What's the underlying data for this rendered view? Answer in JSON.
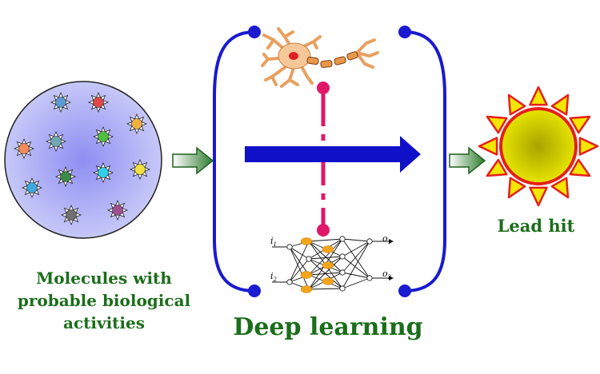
{
  "captions": {
    "molecules": "Molecules with probable biological activities",
    "deep_learning": "Deep learning",
    "lead_hit": "Lead hit"
  },
  "network": {
    "inputs": [
      "i",
      "i"
    ],
    "input_subscripts": [
      "1",
      "2"
    ],
    "outputs": [
      "o",
      "o"
    ],
    "output_subscripts": [
      "1",
      "2"
    ]
  },
  "colors": {
    "caption": "#1b6e1b",
    "bracket": "#1a1ad0",
    "arrow": "#1010c8",
    "dashed_link": "#e0186a",
    "small_arrow": "#2e7d2e",
    "sun_ray": "#f4e600",
    "sun_outline": "#e4201a",
    "sun_core": "#d2cc00"
  },
  "molecules": [
    {
      "color": "#5b9bd5",
      "icon": "star-molecule-icon"
    },
    {
      "color": "#e04848",
      "icon": "star-molecule-icon"
    },
    {
      "color": "#f0b040",
      "icon": "star-molecule-icon"
    },
    {
      "color": "#f28a5a",
      "icon": "star-molecule-icon"
    },
    {
      "color": "#70a8b8",
      "icon": "star-molecule-icon"
    },
    {
      "color": "#4fc040",
      "icon": "star-molecule-icon"
    },
    {
      "color": "#40a8e0",
      "icon": "star-molecule-icon"
    },
    {
      "color": "#3c8a48",
      "icon": "star-molecule-icon"
    },
    {
      "color": "#30d0e8",
      "icon": "star-molecule-icon"
    },
    {
      "color": "#f0e040",
      "icon": "star-molecule-icon"
    },
    {
      "color": "#707070",
      "icon": "star-molecule-icon"
    },
    {
      "color": "#a05090",
      "icon": "star-molecule-icon"
    }
  ]
}
